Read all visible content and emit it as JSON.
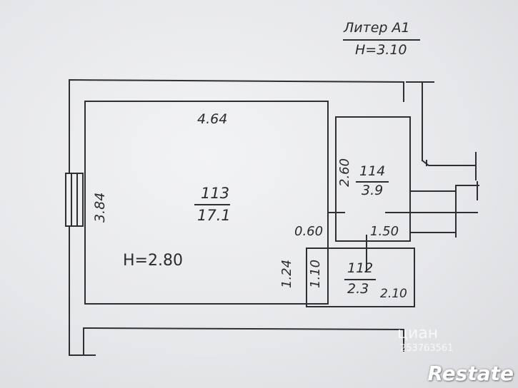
{
  "header": {
    "liter": "Литер А1",
    "height": "Н=3.10"
  },
  "room_113": {
    "number": "113",
    "area": "17.1",
    "width": "4.64",
    "length": "3.84",
    "ceiling": "H=2.80"
  },
  "room_114": {
    "number": "114",
    "area": "3.9",
    "length": "2.60",
    "width": "1.50",
    "offset": "0.60"
  },
  "room_112": {
    "number": "112",
    "area": "2.3",
    "width": "2.10",
    "length_inner": "1.10",
    "length_outer": "1.24"
  },
  "watermark": {
    "brand": "циан",
    "id": "253763561",
    "site": "Restate"
  }
}
